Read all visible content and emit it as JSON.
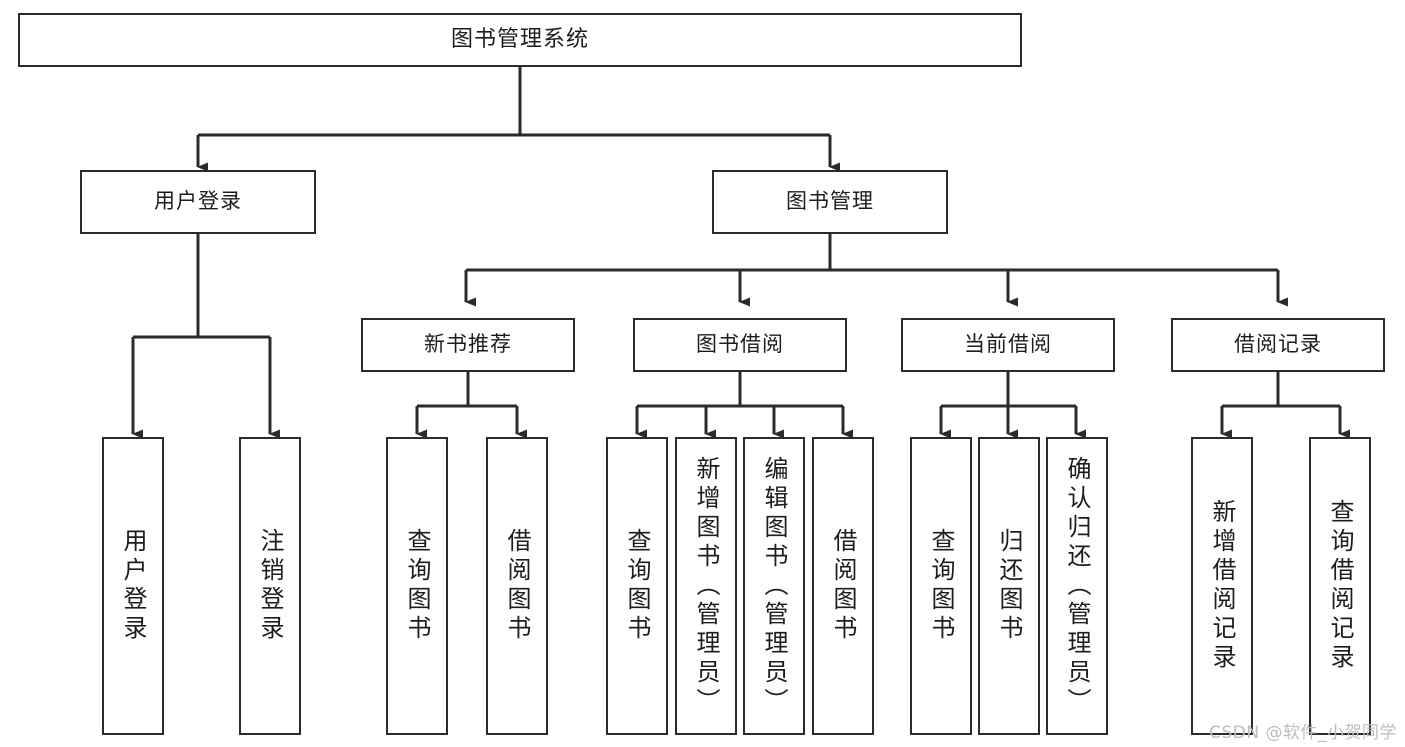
{
  "diagram": {
    "type": "tree-hierarchy",
    "title": "图书管理系统",
    "orientation": "top-down",
    "background_color": "#ffffff",
    "box_border_color": "#2b2b2b",
    "connector_color": "#2b2b2b",
    "text_color": "#1d1d1d"
  },
  "nodes": {
    "root": {
      "label": "图书管理系统"
    },
    "level2": [
      {
        "id": "user-login",
        "label": "用户登录"
      },
      {
        "id": "book-manage",
        "label": "图书管理"
      }
    ],
    "level3": [
      {
        "id": "new-book-recommend",
        "label": "新书推荐",
        "parent": "book-manage"
      },
      {
        "id": "book-borrow",
        "label": "图书借阅",
        "parent": "book-manage"
      },
      {
        "id": "current-borrow",
        "label": "当前借阅",
        "parent": "book-manage"
      },
      {
        "id": "borrow-record",
        "label": "借阅记录",
        "parent": "book-manage"
      }
    ],
    "leaves": [
      {
        "id": "leaf-user-login",
        "label": "用户登录",
        "parent": "user-login"
      },
      {
        "id": "leaf-logout-login",
        "label": "注销登录",
        "parent": "user-login"
      },
      {
        "id": "leaf-query-book-1",
        "label": "查询图书",
        "parent": "new-book-recommend"
      },
      {
        "id": "leaf-borrow-book-1",
        "label": "借阅图书",
        "parent": "new-book-recommend"
      },
      {
        "id": "leaf-query-book-2",
        "label": "查询图书",
        "parent": "book-borrow"
      },
      {
        "id": "leaf-add-book",
        "label": "新增图书（管理员）",
        "parent": "book-borrow"
      },
      {
        "id": "leaf-edit-book",
        "label": "编辑图书（管理员）",
        "parent": "book-borrow"
      },
      {
        "id": "leaf-borrow-book-2",
        "label": "借阅图书",
        "parent": "book-borrow"
      },
      {
        "id": "leaf-query-book-3",
        "label": "查询图书",
        "parent": "current-borrow"
      },
      {
        "id": "leaf-return-book",
        "label": "归还图书",
        "parent": "current-borrow"
      },
      {
        "id": "leaf-confirm-return",
        "label": "确认归还（管理员）",
        "parent": "current-borrow"
      },
      {
        "id": "leaf-add-record",
        "label": "新增借阅记录",
        "parent": "borrow-record"
      },
      {
        "id": "leaf-query-record",
        "label": "查询借阅记录",
        "parent": "borrow-record"
      }
    ]
  },
  "watermark": {
    "text": "CSDN @软件_小贺同学"
  }
}
